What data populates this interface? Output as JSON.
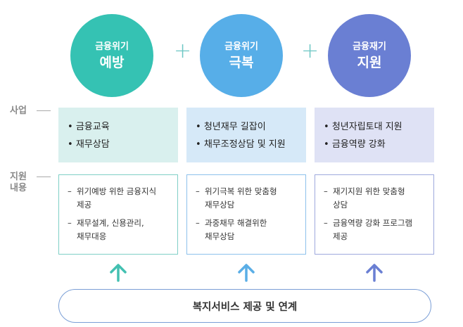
{
  "pillars": [
    {
      "small": "금융위기",
      "big": "예방",
      "color": "#35c2b3",
      "business": [
        "금융교육",
        "재무상담"
      ],
      "biz_bg": "#d9f0ee",
      "support": [
        "위기예방 위한 금융지식\n제공",
        "재무설계, 신용관리,\n채무대응"
      ],
      "border": "#7fcfc6",
      "arrow_color": "#43c0b1"
    },
    {
      "small": "금융위기",
      "big": "극복",
      "color": "#57aee8",
      "business": [
        "청년재무 길잡이",
        "채무조정상담 및 지원"
      ],
      "biz_bg": "#d6e9f8",
      "support": [
        "위기극복 위한 맞춤형\n재무상담",
        "과중채무 해결위한\n채무상담"
      ],
      "border": "#8dc1ec",
      "arrow_color": "#5aaee6"
    },
    {
      "small": "금융재기",
      "big": "지원",
      "color": "#6a7fd3",
      "business": [
        "청년자립토대 지원",
        "금융역량 강화"
      ],
      "biz_bg": "#dfe2f5",
      "support": [
        "재기지원 위한 맞춤형\n상담",
        "금융역량 강화 프로그램\n제공"
      ],
      "border": "#9ea9dd",
      "arrow_color": "#6a7fd3"
    }
  ],
  "plus_sign": "+",
  "plus_color": "#6dc7c4",
  "row_labels": {
    "business": "사업",
    "support": "지원\n내용"
  },
  "bullet": "•",
  "dash": "–",
  "welfare": "복지서비스 제공 및 연계",
  "welfare_border": "#7a9ed6"
}
